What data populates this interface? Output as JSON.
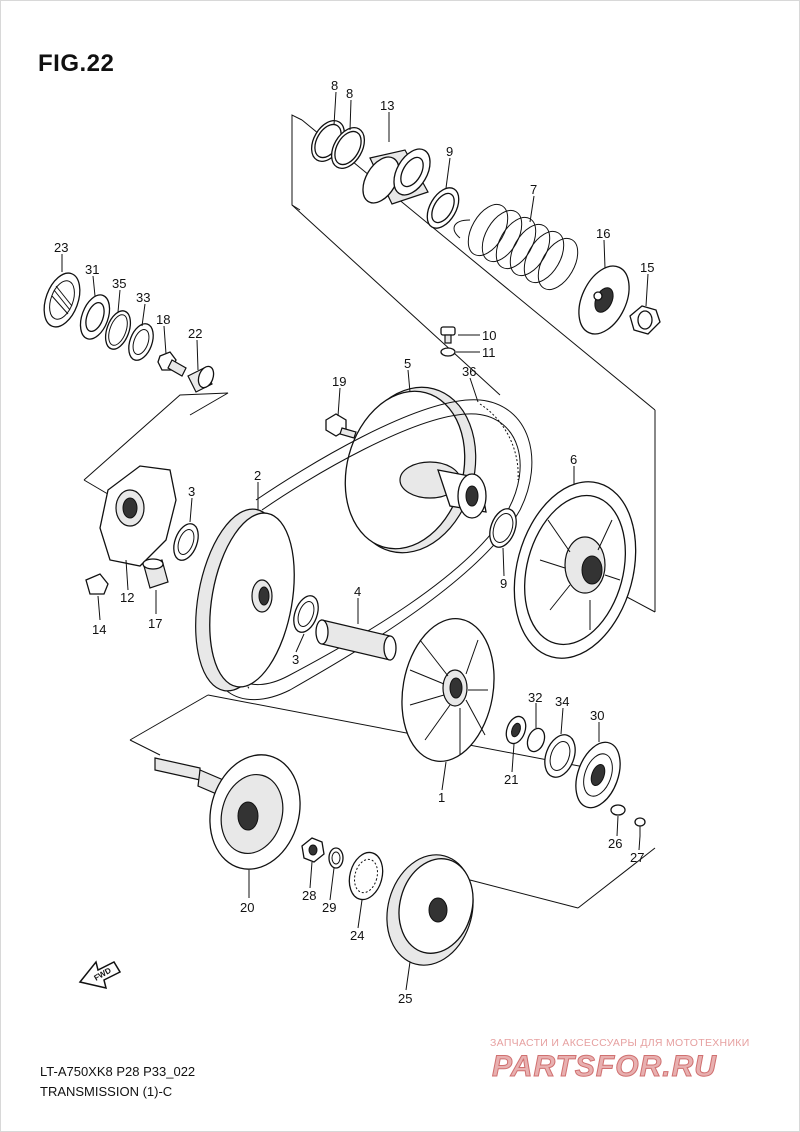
{
  "figure": {
    "title": "FIG.22"
  },
  "footer": {
    "model_code": "LT-A750XK8 P28 P33_022",
    "section": "TRANSMISSION (1)-C"
  },
  "fwd_arrow": {
    "label": "FWD"
  },
  "watermark": {
    "text": "ЗАПЧАСТИ И АКСЕССУАРЫ ДЛЯ МОТОТЕХНИКИ",
    "logo": "PARTSFOR.RU",
    "color": "#e8a5a5"
  },
  "callouts": {
    "p8a": "8",
    "p8b": "8",
    "p13": "13",
    "p9a": "9",
    "p7": "7",
    "p16": "16",
    "p15": "15",
    "p23": "23",
    "p31": "31",
    "p35": "35",
    "p33": "33",
    "p18": "18",
    "p22": "22",
    "p10": "10",
    "p11": "11",
    "p19": "19",
    "p5": "5",
    "p36": "36",
    "p6": "6",
    "p2": "2",
    "p3a": "3",
    "p12": "12",
    "p14": "14",
    "p17": "17",
    "p4": "4",
    "p3b": "3",
    "p9b": "9",
    "p32": "32",
    "p34": "34",
    "p30": "30",
    "p1": "1",
    "p21": "21",
    "p26": "26",
    "p27": "27",
    "p20": "20",
    "p28": "28",
    "p29": "29",
    "p24": "24",
    "p25": "25"
  }
}
